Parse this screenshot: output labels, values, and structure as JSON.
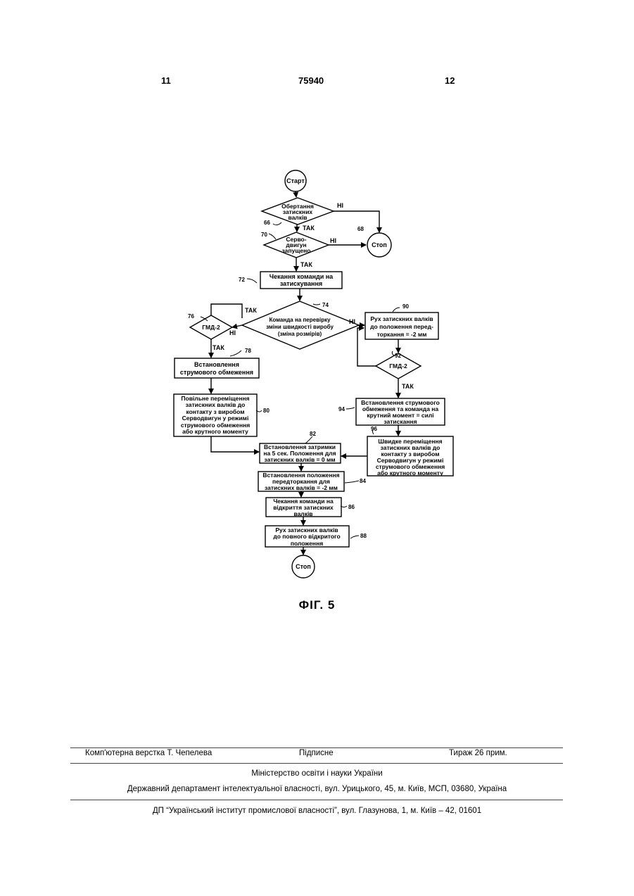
{
  "header": {
    "page_left": "11",
    "patent_number": "75940",
    "page_right": "12"
  },
  "flowchart": {
    "start": "Старт",
    "stop_right": "Стоп",
    "stop_bottom": "Стоп",
    "yes": "ТАК",
    "no": "НІ",
    "d_rotation": [
      "Обертання",
      "затискних",
      "валків"
    ],
    "d_servo": [
      "Серво-",
      "двигун",
      "запущено"
    ],
    "b_wait_clamp": [
      "Чекання команди на",
      "затискування"
    ],
    "d_check_speed": [
      "Команда на перевірку",
      "зміни швидкості виробу",
      "(зміна розмірів)"
    ],
    "d_gmd_left": "ГМД-2",
    "d_gmd_right": "ГМД-2",
    "b_current_limit": [
      "Встановлення",
      "струмового обмеження"
    ],
    "b_slow_move": [
      "Повільне переміщення",
      "затискних валків до",
      "контакту з виробом",
      "Серводвигун у режимі",
      "струмового обмеження",
      "або крутного моменту"
    ],
    "b_move_rollers": [
      "Рух затискних валків",
      "до положення перед-",
      "торкання = -2 мм"
    ],
    "b_current_torque": [
      "Встановлення струмового",
      "обмеження та команда на",
      "крутний момент = силі",
      "затискання"
    ],
    "b_fast_move": [
      "Швидке переміщення",
      "затискних валків до",
      "контакту з виробом",
      "Серводвигун у режимі",
      "струмового обмеження",
      "або крутного моменту"
    ],
    "b_delay": [
      "Встановлення затримки",
      "на 5 сек. Положення для",
      "затискних валків = 0 мм"
    ],
    "b_pretouch": [
      "Встановлення положення",
      "передторкання для",
      "затискних валків = -2 мм"
    ],
    "b_wait_open": [
      "Чекання команди на",
      "відкриття затискних",
      "валків"
    ],
    "b_full_open": [
      "Рух затискних валків",
      "до повного відкритого",
      "положення"
    ],
    "refs": [
      "66",
      "68",
      "70",
      "72",
      "74",
      "76",
      "78",
      "80",
      "82",
      "84",
      "86",
      "88",
      "90",
      "92",
      "94",
      "96"
    ]
  },
  "figure_caption": "ФІГ. 5",
  "footer": {
    "layout": "Комп'ютерна верстка Т. Чепелева",
    "signed": "Підписне",
    "circulation": "Тираж 26 прим.",
    "ministry": "Міністерство освіти і науки України",
    "department": "Державний департамент інтелектуальної власності, вул. Урицького, 45, м. Київ, МСП, 03680, Україна",
    "institute": "ДП “Український інститут промислової власності”, вул. Глазунова, 1, м. Київ – 42, 01601"
  }
}
